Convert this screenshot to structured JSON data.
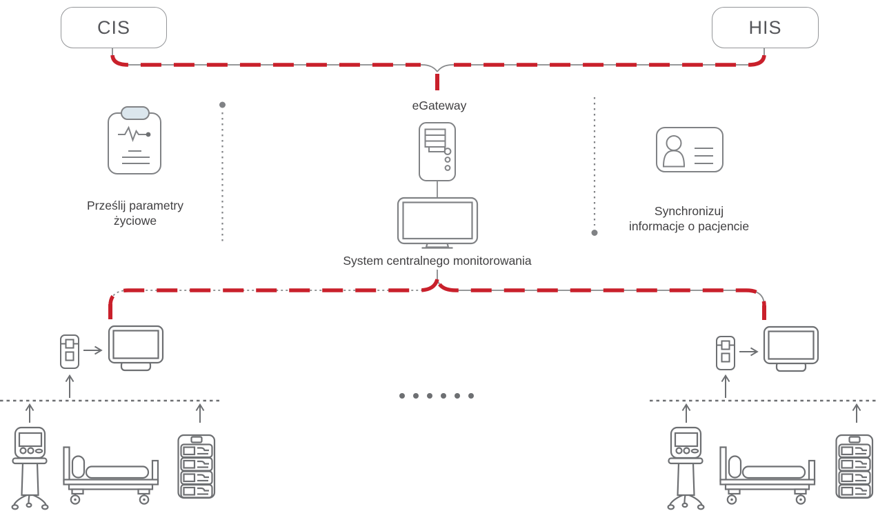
{
  "diagram": {
    "type": "hospital-network-architecture",
    "systems": {
      "cis": {
        "label": "CIS"
      },
      "his": {
        "label": "HIS"
      }
    },
    "gateway": {
      "label": "eGateway",
      "icon": "server-tower-icon"
    },
    "central_station": {
      "label": "System centralnego monitorowania",
      "icon": "desktop-monitor-icon"
    },
    "annotations": {
      "vitals": {
        "lines": [
          "Prześlij parametry",
          "życiowe"
        ],
        "icon": "clipboard-ecg-icon"
      },
      "patient": {
        "lines": [
          "Synchronizuj",
          "informacje o pacjencie"
        ],
        "icon": "patient-id-card-icon"
      }
    },
    "bedside_cluster": {
      "icons": [
        "telemetry-device-icon",
        "arrow-right-icon",
        "bedside-monitor-icon"
      ]
    },
    "bottom_devices": {
      "icons": [
        "ventilator-icon",
        "hospital-bed-icon",
        "infusion-pump-rack-icon"
      ]
    },
    "colors": {
      "accent_red": "#c9202b",
      "connector_gray": "#87898b",
      "device_icon_gray": "#6d6f72",
      "light_icon_gray": "#808285",
      "text": "#414042",
      "box_border": "#939598",
      "clipboard_clip_fill": "#dbe6ed"
    }
  }
}
